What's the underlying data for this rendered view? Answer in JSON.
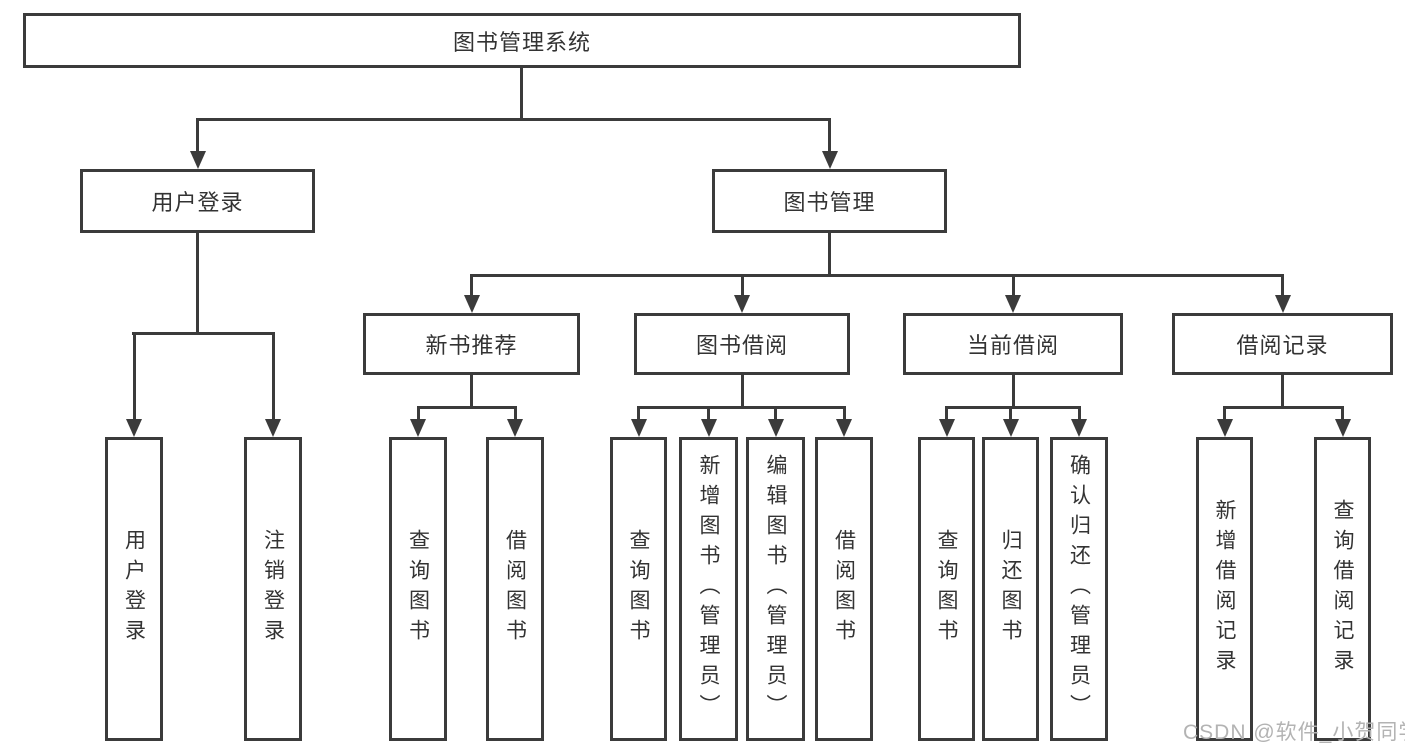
{
  "diagram": {
    "type": "hierarchy-tree",
    "root": {
      "label": "图书管理系统"
    },
    "level2": [
      {
        "label": "用户登录"
      },
      {
        "label": "图书管理"
      }
    ],
    "level3": [
      {
        "label": "新书推荐",
        "parent": "图书管理"
      },
      {
        "label": "图书借阅",
        "parent": "图书管理"
      },
      {
        "label": "当前借阅",
        "parent": "图书管理"
      },
      {
        "label": "借阅记录",
        "parent": "图书管理"
      }
    ],
    "leaves": [
      {
        "label": "用户登录",
        "parent": "用户登录"
      },
      {
        "label": "注销登录",
        "parent": "用户登录"
      },
      {
        "label": "查询图书",
        "parent": "新书推荐"
      },
      {
        "label": "借阅图书",
        "parent": "新书推荐"
      },
      {
        "label": "查询图书",
        "parent": "图书借阅"
      },
      {
        "label": "新增图书（管理员）",
        "parent": "图书借阅"
      },
      {
        "label": "编辑图书（管理员）",
        "parent": "图书借阅"
      },
      {
        "label": "借阅图书",
        "parent": "图书借阅"
      },
      {
        "label": "查询图书",
        "parent": "当前借阅"
      },
      {
        "label": "归还图书",
        "parent": "当前借阅"
      },
      {
        "label": "确认归还（管理员）",
        "parent": "当前借阅"
      },
      {
        "label": "新增借阅记录",
        "parent": "借阅记录"
      },
      {
        "label": "查询借阅记录",
        "parent": "借阅记录"
      }
    ]
  },
  "watermark": {
    "text": "CSDN @软件_小贺同学"
  },
  "colors": {
    "line": "#3b3b3b",
    "box_border": "#3b3b3b",
    "box_fill": "#ffffff",
    "text": "#333333",
    "watermark": "#b3b3b3"
  }
}
